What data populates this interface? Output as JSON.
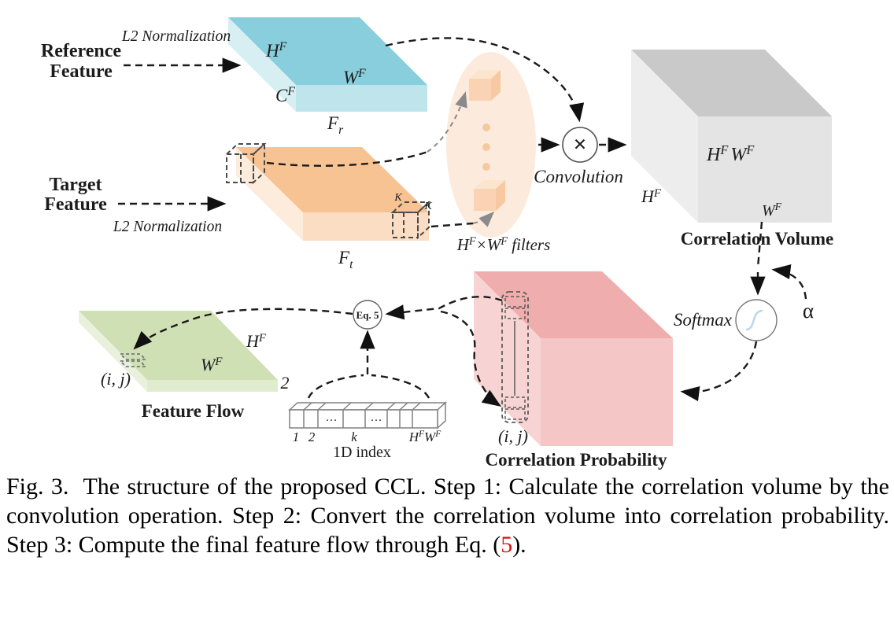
{
  "figure": {
    "caption": {
      "prefix": "Fig. 3.",
      "body": "The structure of the proposed CCL. Step 1: Calculate the correlation volume by the convolution operation. Step 2: Convert the correlation volume into correlation probability. Step 3: Compute the final feature flow through Eq. (",
      "ref": "5",
      "suffix": ")."
    }
  },
  "labels": {
    "reference_line1": "Reference",
    "reference_line2": "Feature",
    "target_line1": "Target",
    "target_line2": "Feature",
    "l2_normalization": "L2 Normalization",
    "H": "H",
    "W": "W",
    "C": "C",
    "F": "F",
    "sub_r": "r",
    "sub_t": "t",
    "times": "×",
    "filters": " filters",
    "K": "K",
    "convolution": "Convolution",
    "correlation_volume": "Correlation Volume",
    "softmax": "Softmax",
    "alpha": "α",
    "correlation_probability": "Correlation Probability",
    "ij": "(i, j)",
    "feature_flow": "Feature Flow",
    "two": "2",
    "eq5": "Eq. 5",
    "index_1": "1",
    "index_2": "2",
    "index_k": "k",
    "bar_dots": "···",
    "one_d_index": "1D index"
  },
  "colors": {
    "reference_top": "#89CEDC",
    "reference_front": "#BEE5EC",
    "reference_side": "#D7EEF3",
    "target_top": "#F8C392",
    "target_front": "#FBDDC3",
    "target_side": "#FDEBDC",
    "filters_ellipse": "#FCEBDC",
    "filter_cube_front": "#F9D3B3",
    "filter_cube_top": "#FCE5CF",
    "filter_cube_side": "#F7C9A2",
    "dots": "#F6C89F",
    "volume_top": "#C9C9C9",
    "volume_front": "#E4E4E4",
    "volume_side": "#EDEDED",
    "probability_top": "#EFAEAD",
    "probability_front": "#F4C6C5",
    "probability_side": "#F7D4D3",
    "flow_top": "#CFE0B4",
    "flow_front": "#E1EBCD",
    "flow_side": "#E9F0DB",
    "sigmoid": "#B9D8E7",
    "eq5_text": "#1E3A68",
    "caption_ref": "#E01010",
    "arrow": "#1A1A1A"
  }
}
